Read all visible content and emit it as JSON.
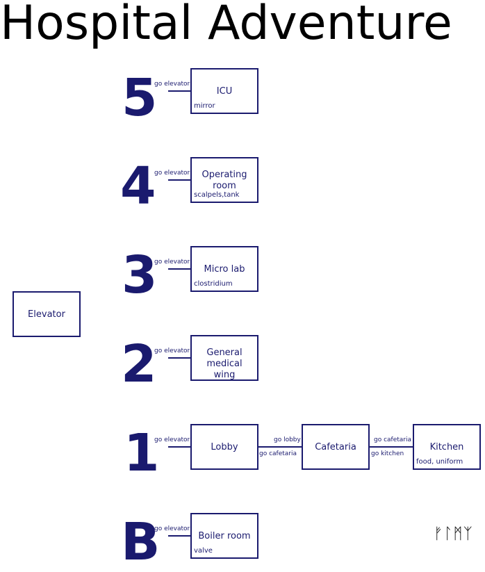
{
  "title": "Hospital Adventure",
  "elevator": "Elevator",
  "floors": [
    {
      "number": "5",
      "connector": "go elevator",
      "room": "ICU",
      "items": "mirror"
    },
    {
      "number": "4",
      "connector": "go elevator",
      "room": "Operating room",
      "items": "scalpels,tank"
    },
    {
      "number": "3",
      "connector": "go elevator",
      "room": "Micro lab",
      "items": "clostridium"
    },
    {
      "number": "2",
      "connector": "go elevator",
      "room": "General medical wing",
      "items": ""
    },
    {
      "number": "1",
      "connector": "go elevator",
      "room": "Lobby",
      "items": ""
    },
    {
      "number": "B",
      "connector": "go elevator",
      "room": "Boiler room",
      "items": "valve"
    }
  ],
  "floor1_extra": {
    "cafetaria": {
      "room": "Cafetaria",
      "items": ""
    },
    "kitchen": {
      "room": "Kitchen",
      "items": "food, uniform"
    },
    "lobby_to_cafe_top": "go lobby",
    "lobby_to_cafe_bottom": "go cafetaria",
    "cafe_to_kitchen_top": "go cafetaria",
    "cafe_to_kitchen_bottom": "go kitchen"
  },
  "signature": "ᚠᛚᛗᛉ"
}
